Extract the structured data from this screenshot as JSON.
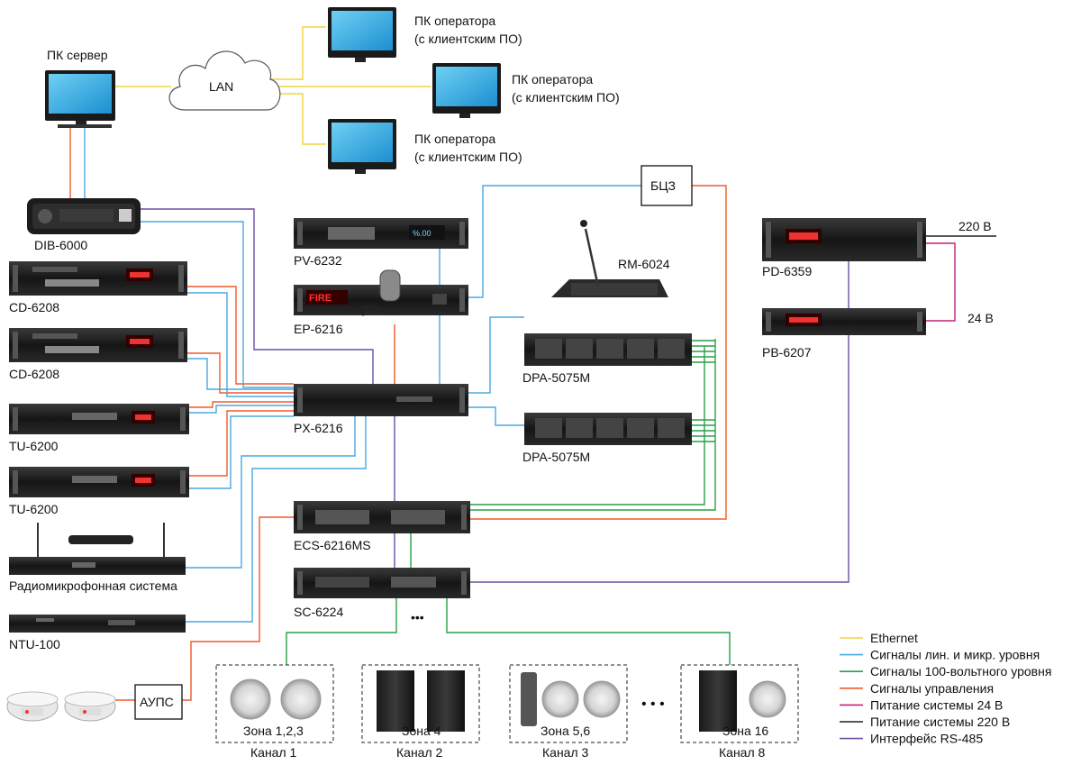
{
  "pc_server_label": "ПК сервер",
  "lan_label": "LAN",
  "operator_pcs": [
    {
      "line1": "ПК оператора",
      "line2": "(с клиентским ПО)"
    },
    {
      "line1": "ПК оператора",
      "line2": "(с клиентским ПО)"
    },
    {
      "line1": "ПК оператора",
      "line2": "(с клиентским ПО)"
    }
  ],
  "devices": {
    "dib": "DIB-6000",
    "cd1": "CD-6208",
    "cd2": "CD-6208",
    "tu1": "TU-6200",
    "tu2": "TU-6200",
    "radio": "Радиомикрофонная система",
    "ntu": "NTU-100",
    "pv": "PV-6232",
    "ep": "EP-6216",
    "px": "PX-6216",
    "ecs": "ECS-6216MS",
    "sc": "SC-6224",
    "rm": "RM-6024",
    "dpa1": "DPA-5075M",
    "dpa2": "DPA-5075M",
    "pd": "PD-6359",
    "pb": "PB-6207"
  },
  "ep_screen_text": "FIRE",
  "pv_display_text": "%.00",
  "bcz_label": "БЦЗ",
  "aups_label": "АУПС",
  "v220_label": "220 В",
  "v24_label": "24 В",
  "ellipsis_small": "•••",
  "ellipsis_zones": "• • •",
  "zones": [
    {
      "zone": "Зона 1,2,3",
      "channel": "Канал 1"
    },
    {
      "zone": "Зона 4",
      "channel": "Канал 2"
    },
    {
      "zone": "Зона 5,6",
      "channel": "Канал 3"
    },
    {
      "zone": "Зона 16",
      "channel": "Канал 8"
    }
  ],
  "legend": [
    {
      "label": "Ethernet",
      "color": "#f2d43a"
    },
    {
      "label": "Сигналы лин. и микр. уровня",
      "color": "#4aa8e0"
    },
    {
      "label": "Сигналы 100-вольтного уровня",
      "color": "#27a046"
    },
    {
      "label": "Сигналы управления",
      "color": "#f05a28"
    },
    {
      "label": "Питание системы 24 В",
      "color": "#c2207a"
    },
    {
      "label": "Питание системы 220 В",
      "color": "#222222"
    },
    {
      "label": "Интерфейс RS-485",
      "color": "#6b4fa3"
    }
  ]
}
